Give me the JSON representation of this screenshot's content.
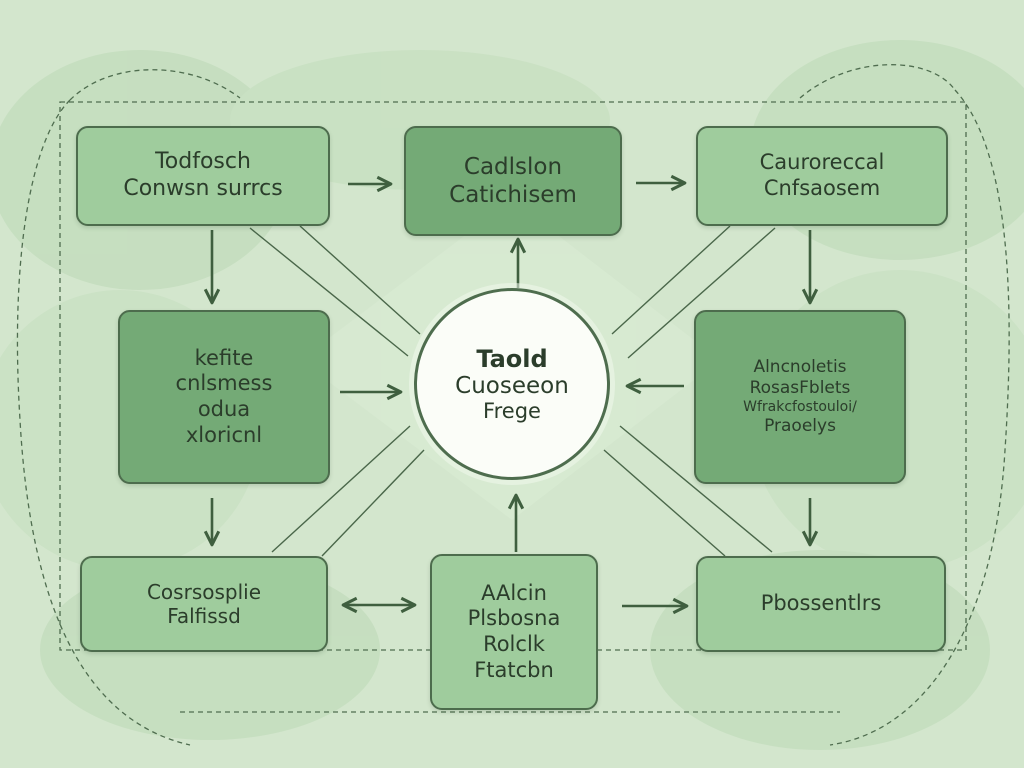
{
  "nodes": {
    "top_left": {
      "lines": [
        "Todfosch",
        "Conwsn surrcs"
      ]
    },
    "top_center": {
      "lines": [
        "Cadlslon",
        "Catichisem"
      ]
    },
    "top_right": {
      "lines": [
        "Cauroreccal",
        "Cnfsaosem"
      ]
    },
    "mid_left": {
      "lines": [
        "kefite",
        "cnlsmess",
        "odua",
        "xloricnl"
      ]
    },
    "mid_right": {
      "lines": [
        "Alncnoletis",
        "RosasFblets",
        "Wfrakcfostouloi/",
        "Praoelys"
      ]
    },
    "bottom_left": {
      "lines": [
        "Cosrsosplie",
        "Falfissd"
      ]
    },
    "bottom_center": {
      "lines": [
        "AAlcin",
        "Plsbosna",
        "Rolclk",
        "Ftatcbn"
      ]
    },
    "bottom_right": {
      "lines": [
        "Pbossentlrs"
      ]
    }
  },
  "center": {
    "lines": [
      "Taold",
      "Cuoseeon",
      "Frege"
    ]
  },
  "colors": {
    "background": "#d3e6cd",
    "node_light": "#9fcc9d",
    "node_dark": "#74aa76",
    "border": "#4d6c4d",
    "arrow": "#3f5f3f",
    "center_fill": "#fbfdf8"
  }
}
